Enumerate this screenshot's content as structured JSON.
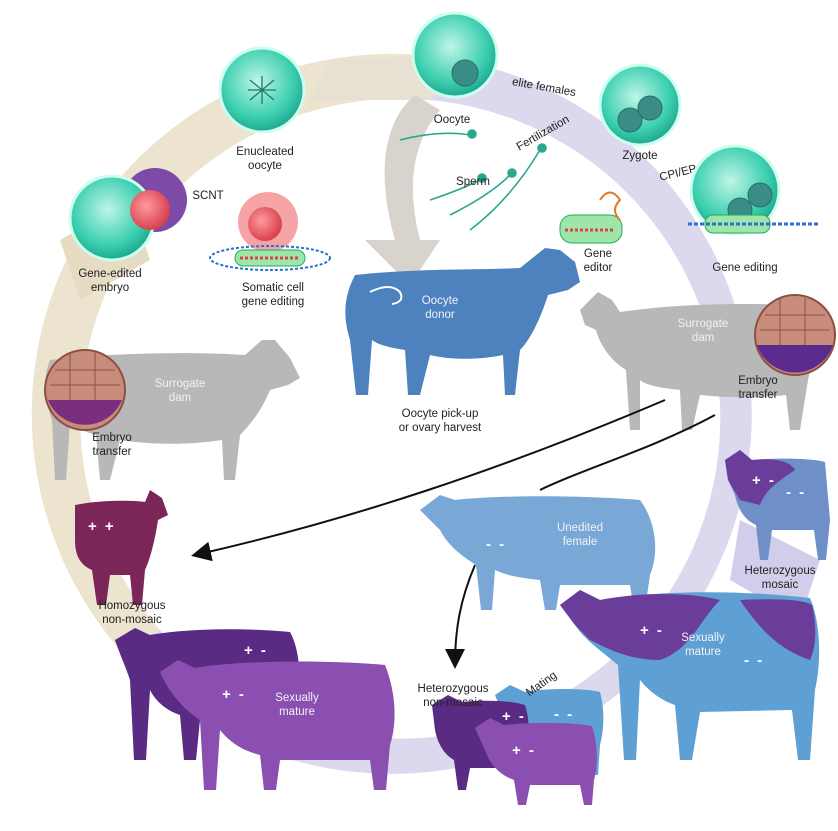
{
  "labels": {
    "gene_edited_embryo": "Gene-edited\nembryo",
    "scnt": "SCNT",
    "enucleated_oocyte": "Enucleated\noocyte",
    "oocyte": "Oocyte",
    "elite_females": "elite females",
    "fertilization": "Fertilization",
    "sperm": "Sperm",
    "zygote": "Zygote",
    "cpi_ep": "CPI/EP",
    "somatic_cell_gene_editing": "Somatic cell\ngene editing",
    "gene_editor": "Gene\neditor",
    "gene_editing": "Gene editing",
    "oocyte_donor": "Oocyte\ndonor",
    "oocyte_pickup": "Oocyte pick-up\nor ovary harvest",
    "surrogate_dam_left": "Surrogate\ndam",
    "surrogate_dam_right": "Surrogate\ndam",
    "embryo_transfer_left": "Embryo\ntransfer",
    "embryo_transfer_right": "Embryo\ntransfer",
    "homozygous_non_mosaic": "Homozygous\nnon-mosaic",
    "unedited_female": "Unedited\nfemale",
    "heterozygous_mosaic": "Heterozygous\nmosaic",
    "sexually_mature_right": "Sexually\nmature",
    "mating": "Mating",
    "heterozygous_non_mosaic": "Heterozygous\nnon-mosaic",
    "sexually_mature_left": "Sexually\nmature"
  },
  "genotype_signs": {
    "homozygous_calf": "+ +",
    "unedited_female": "- -",
    "mosaic_calf_plus": "+ -",
    "mosaic_calf_minus": "- -",
    "mature_right_plus": "+ -",
    "mature_right_minus": "- -",
    "mature_left_back": "+ -",
    "mature_left_front": "+ -",
    "offspring_back_plus": "+ -",
    "offspring_back_minus": "- -",
    "offspring_front": "+ -"
  },
  "colors": {
    "cycle_tan": "#ece4cf",
    "cycle_lavender": "#dcd9ef",
    "donor_blue": "#4d82bf",
    "light_blue": "#7aa8d6",
    "surrogate_grey": "#b8b8b8",
    "purple_dark": "#5a2b82",
    "purple_mid": "#8a4fb0",
    "maroon": "#7b2558",
    "cell_teal": "#4fd3b8",
    "cell_red": "#e0525c",
    "dna_blue": "#2b6fd6"
  }
}
